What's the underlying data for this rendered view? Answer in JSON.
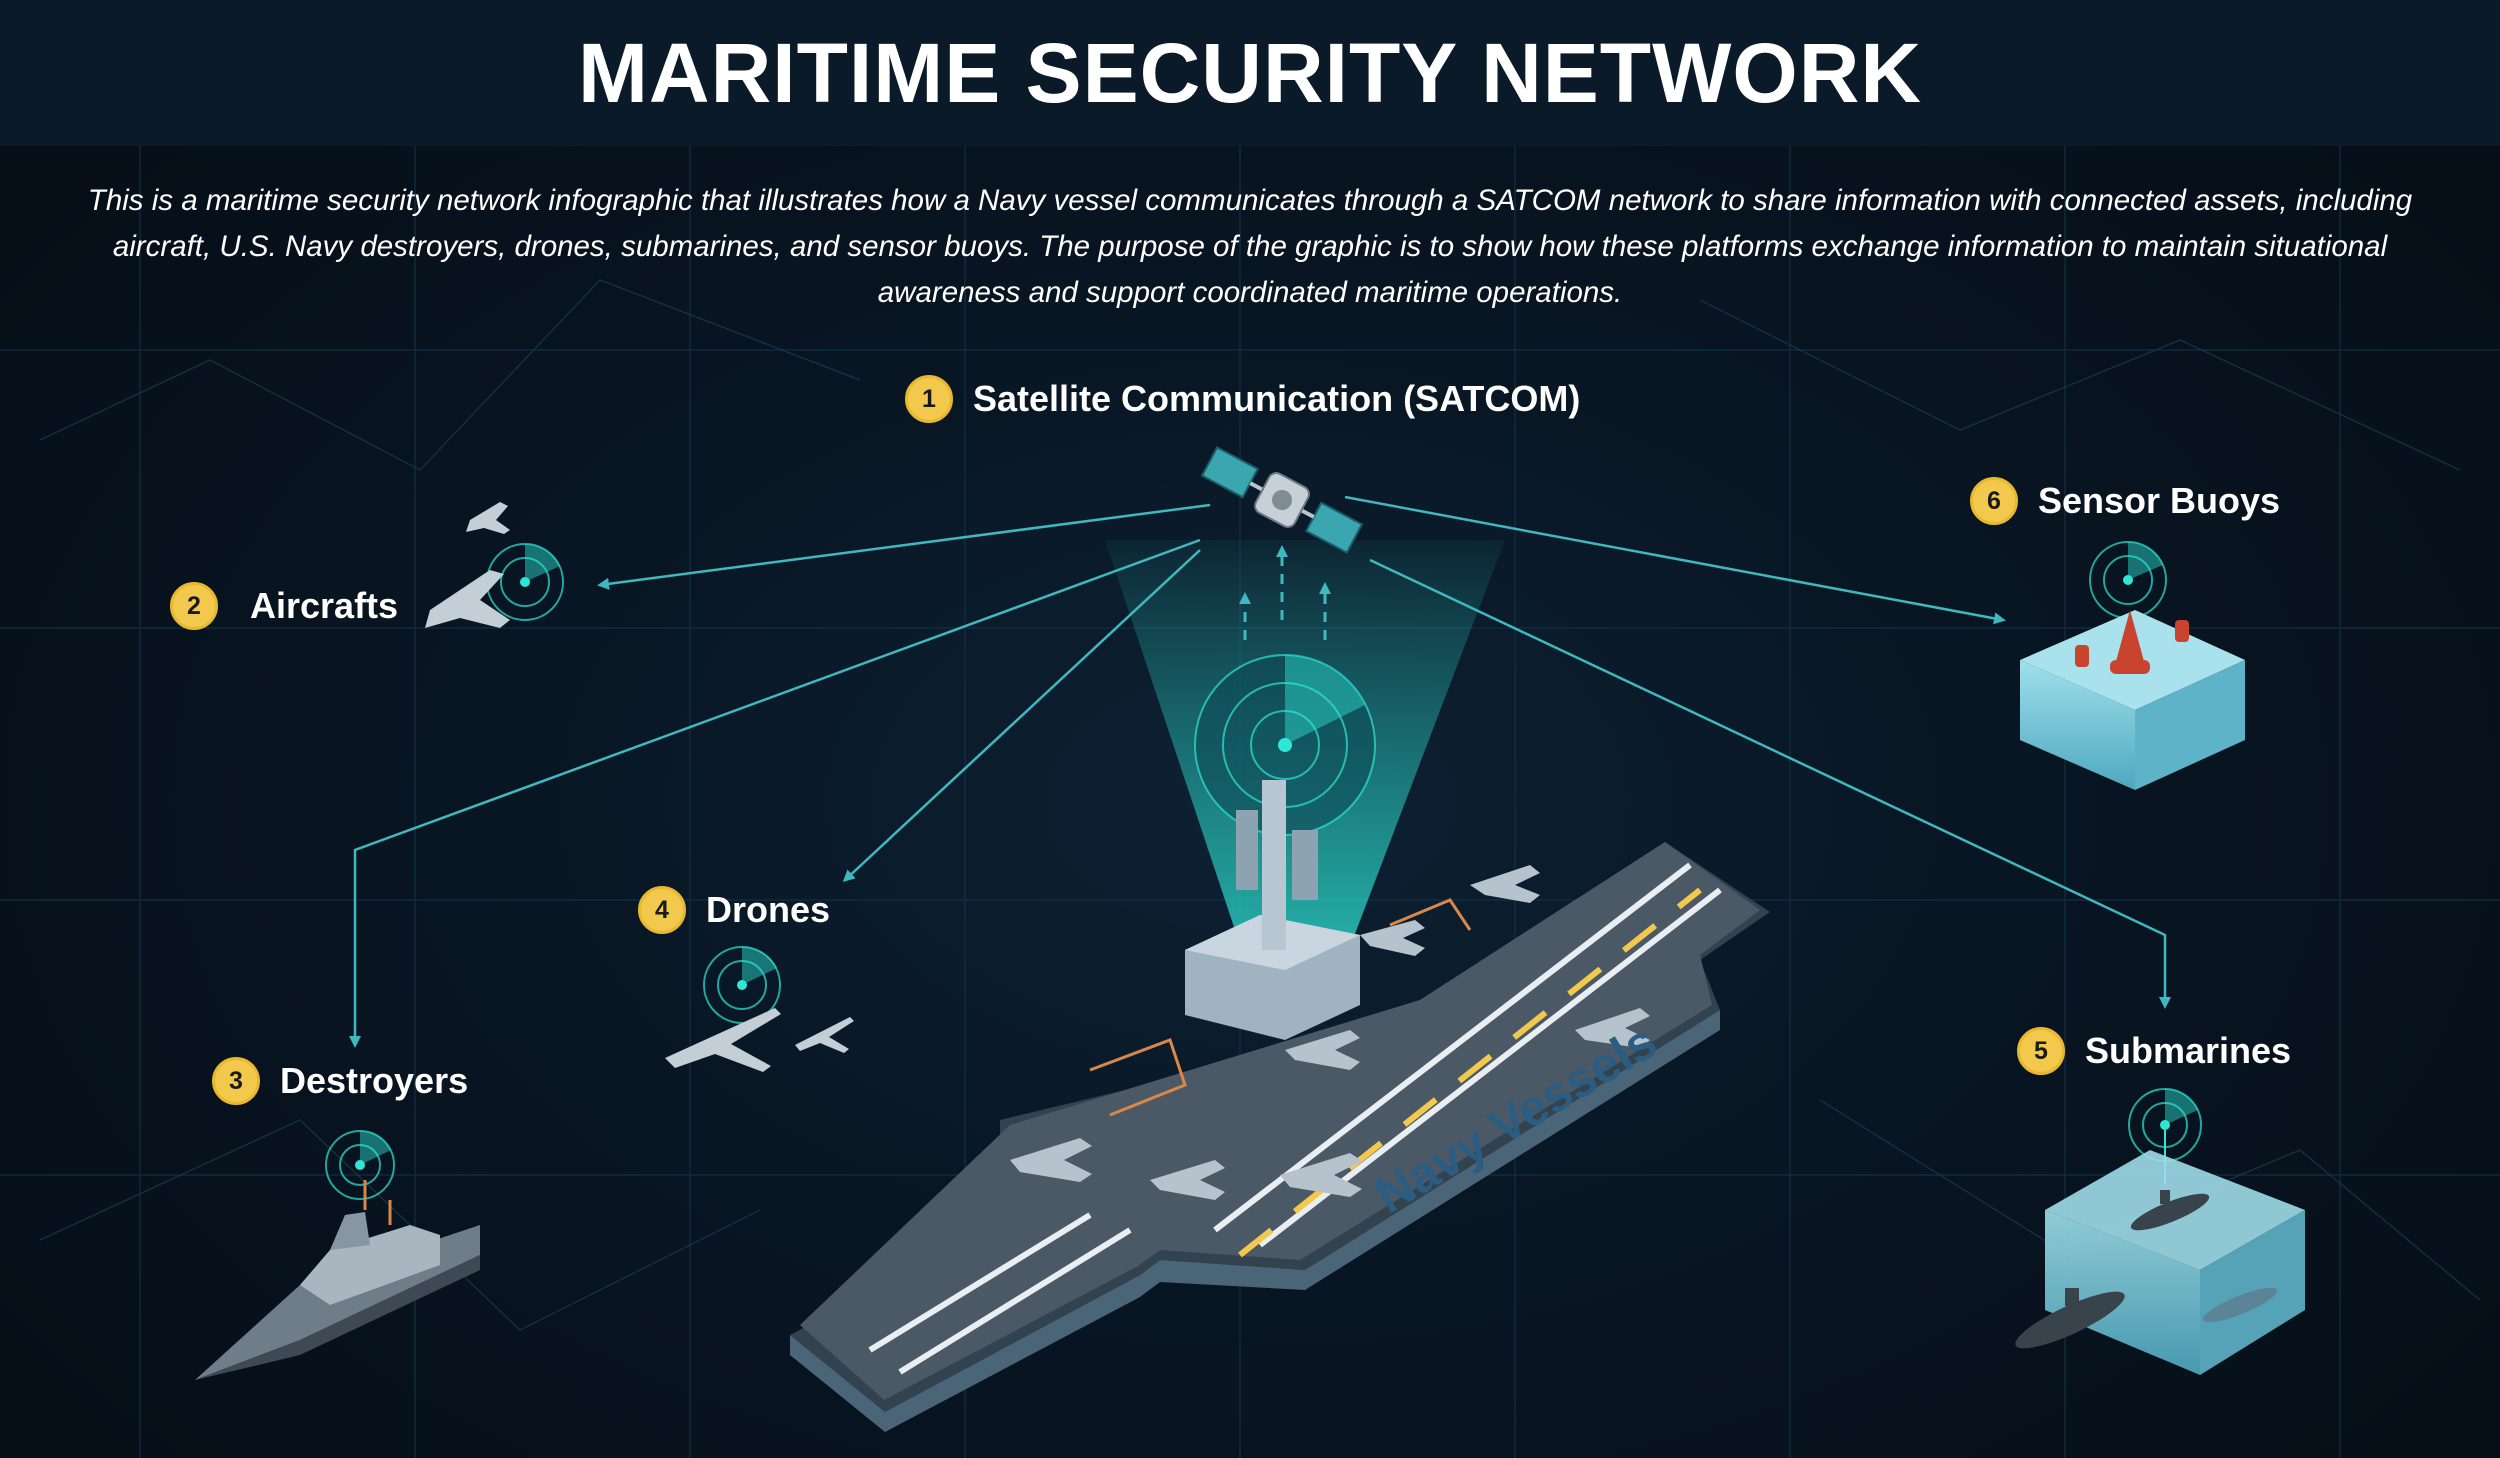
{
  "title": "MARITIME SECURITY NETWORK",
  "description": "This is a maritime security network infographic that illustrates how a Navy vessel communicates through a SATCOM network to share information with connected assets, including aircraft, U.S. Navy destroyers, drones, submarines, and sensor buoys. The purpose of the graphic is to show how these platforms exchange information to maintain situational awareness and support coordinated maritime operations.",
  "nodes": [
    {
      "number": "1",
      "label": "Satellite Communication (SATCOM)",
      "icon": "satellite-icon"
    },
    {
      "number": "2",
      "label": "Aircrafts",
      "icon": "fighter-jet-icon"
    },
    {
      "number": "3",
      "label": "Destroyers",
      "icon": "destroyer-ship-icon"
    },
    {
      "number": "4",
      "label": "Drones",
      "icon": "drone-icon"
    },
    {
      "number": "5",
      "label": "Submarines",
      "icon": "submarine-icon"
    },
    {
      "number": "6",
      "label": "Sensor Buoys",
      "icon": "sensor-buoy-icon"
    }
  ],
  "hub": {
    "label": "Navy Vessels",
    "icon": "aircraft-carrier-icon"
  },
  "colors": {
    "background": "#061019",
    "header": "#0b1a29",
    "link": "#3fb8c0",
    "badge": "#f2c94c",
    "radar": "#2ee6d6",
    "water": "#8fd3e0",
    "carrier_label": "#2b5d82"
  }
}
